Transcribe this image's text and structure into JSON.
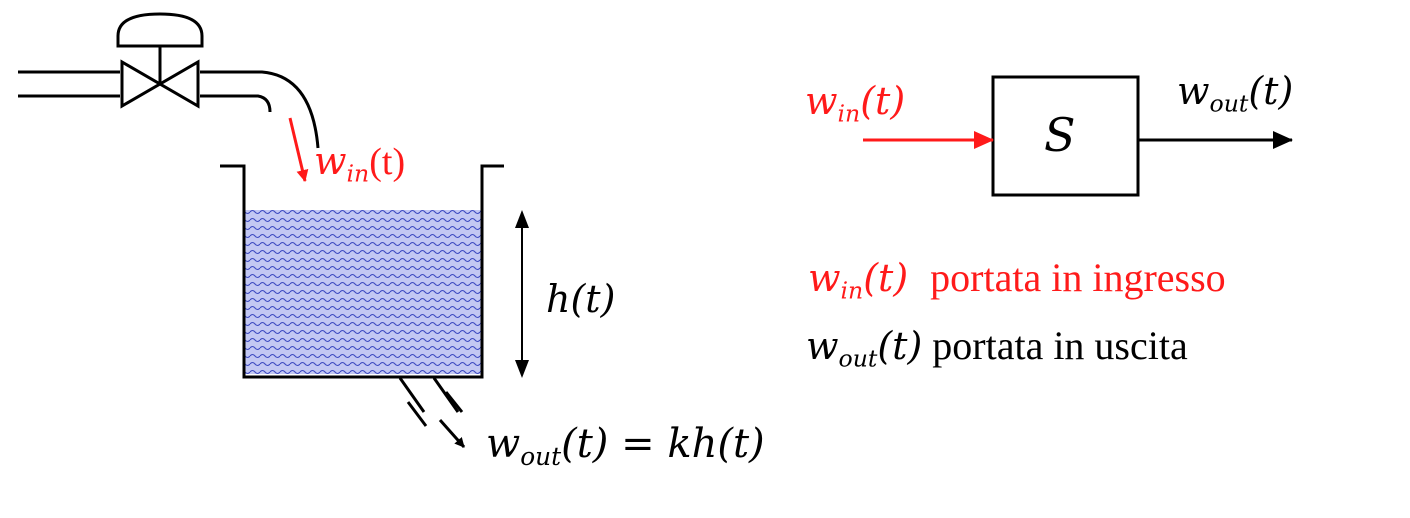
{
  "colors": {
    "input": "#ff1a1a",
    "line": "#000000",
    "water": "#b8bff0",
    "wave": "#4b57c8"
  },
  "tank": {
    "inflow_symbol": "w",
    "inflow_sub": "in",
    "level_text": "h(t)",
    "outflow_symbol": "w",
    "outflow_sub": "out",
    "outflow_rest": "(t) = kh(t)"
  },
  "block": {
    "input_symbol": "w",
    "input_sub": "in",
    "input_arg": "(t)",
    "system_label": "S",
    "output_symbol": "w",
    "output_sub": "out",
    "output_arg": "(t)"
  },
  "legend": [
    {
      "symbol": "w",
      "sub": "in",
      "arg": "(t)",
      "desc": "portata in ingresso",
      "color": "#ff1a1a"
    },
    {
      "symbol": "w",
      "sub": "out",
      "arg": "(t)",
      "desc": "portata in uscita",
      "color": "#000000"
    }
  ]
}
